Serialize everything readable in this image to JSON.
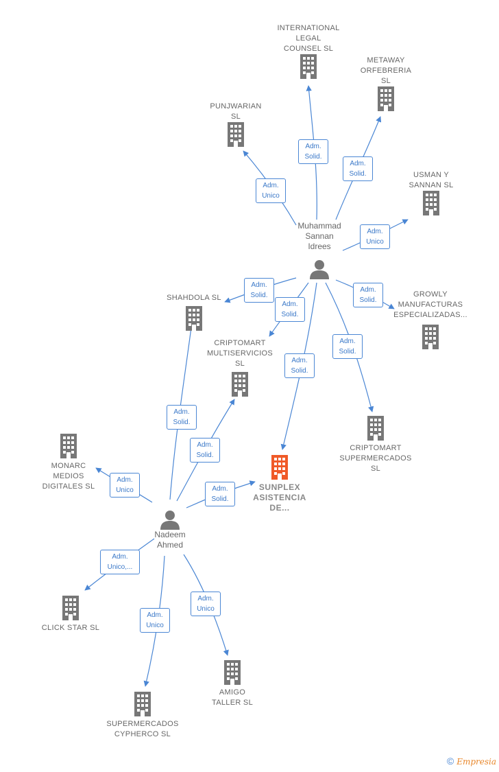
{
  "companies": [
    {
      "id": "international",
      "name": "INTERNATIONAL\nLEGAL\nCOUNSEL  SL"
    },
    {
      "id": "metaway",
      "name": "METAWAY\nORFEBRERIA\nSL"
    },
    {
      "id": "punjwarian",
      "name": "PUNJWARIAN\nSL"
    },
    {
      "id": "usman",
      "name": "USMAN Y\nSANNAN  SL"
    },
    {
      "id": "growly",
      "name": "GROWLY\nMANUFACTURAS\nESPECIALIZADAS..."
    },
    {
      "id": "shahdola",
      "name": "SHAHDOLA  SL"
    },
    {
      "id": "criptomart-multi",
      "name": "CRIPTOMART\nMULTISERVICIOS\nSL"
    },
    {
      "id": "criptomart-super",
      "name": "CRIPTOMART\nSUPERMERCADOS\nSL"
    },
    {
      "id": "sunplex",
      "name": "SUNPLEX\nASISTENCIA\nDE...",
      "focus": true
    },
    {
      "id": "monarc",
      "name": "MONARC\nMEDIOS\nDIGITALES  SL"
    },
    {
      "id": "clickstar",
      "name": "CLICK STAR SL"
    },
    {
      "id": "supercypherco",
      "name": "SUPERMERCADOS\nCYPHERCO  SL"
    },
    {
      "id": "amigo",
      "name": "AMIGO\nTALLER  SL"
    }
  ],
  "persons": [
    {
      "id": "muhammad",
      "name": "Muhammad\nSannan\nIdrees"
    },
    {
      "id": "nadeem",
      "name": "Nadeem\nAhmed"
    }
  ],
  "roles": [
    {
      "id": "r1",
      "label": "Adm.\nSolid."
    },
    {
      "id": "r2",
      "label": "Adm.\nSolid."
    },
    {
      "id": "r3",
      "label": "Adm.\nUnico"
    },
    {
      "id": "r4",
      "label": "Adm.\nUnico"
    },
    {
      "id": "r5",
      "label": "Adm.\nSolid."
    },
    {
      "id": "r6",
      "label": "Adm.\nSolid."
    },
    {
      "id": "r7",
      "label": "Adm.\nSolid."
    },
    {
      "id": "r8",
      "label": "Adm.\nSolid."
    },
    {
      "id": "r9",
      "label": "Adm.\nSolid."
    },
    {
      "id": "r10",
      "label": "Adm.\nSolid."
    },
    {
      "id": "r11",
      "label": "Adm.\nSolid."
    },
    {
      "id": "r12",
      "label": "Adm.\nSolid."
    },
    {
      "id": "r13",
      "label": "Adm.\nUnico"
    },
    {
      "id": "r14",
      "label": "Adm.\nUnico,..."
    },
    {
      "id": "r15",
      "label": "Adm.\nUnico"
    },
    {
      "id": "r16",
      "label": "Adm.\nUnico"
    }
  ],
  "colors": {
    "edge": "#4a86d4",
    "building": "#777777",
    "focus": "#f05a28",
    "person": "#777777"
  },
  "footer": {
    "copyright": "©",
    "brand": "Empresia"
  }
}
